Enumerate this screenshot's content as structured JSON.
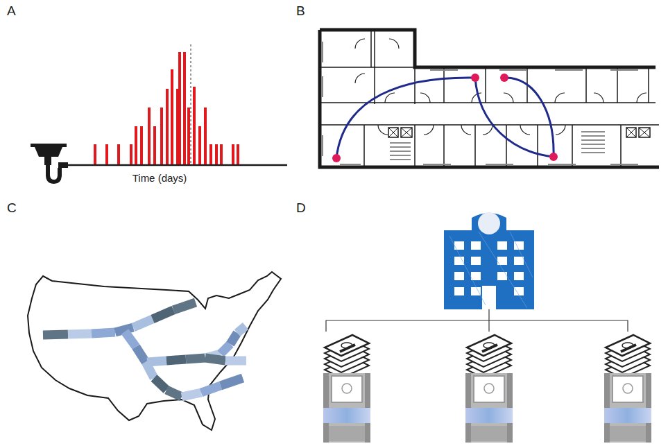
{
  "diagram": {
    "labels": [
      "A",
      "B",
      "C",
      "D",
      "Time (days)"
    ]
  }
}
